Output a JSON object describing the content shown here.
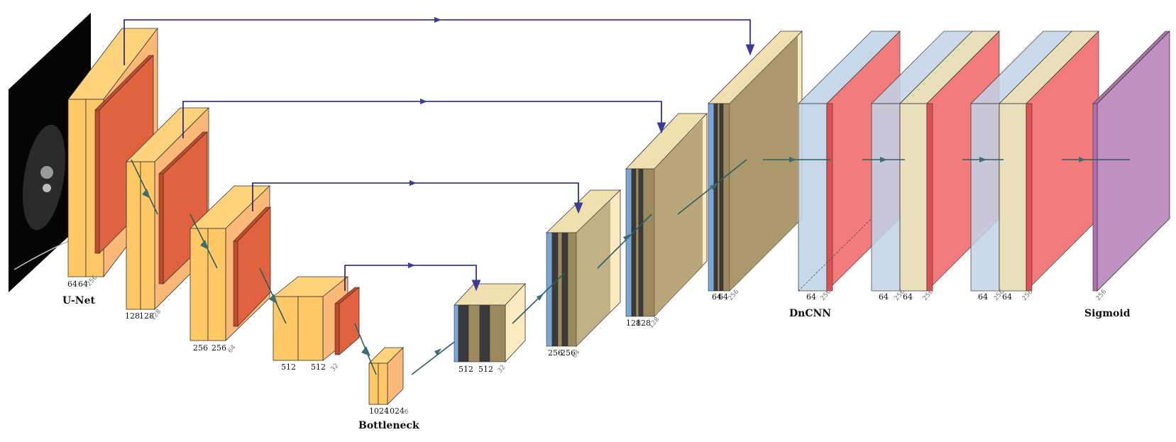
{
  "input": {
    "name": "ct-scan-input"
  },
  "labels": {
    "unet": "U-Net",
    "bottleneck": "Bottleneck",
    "dncnn": "DnCNN",
    "sigmoid": "Sigmoid"
  },
  "enc1": {
    "a": "64",
    "b": "64",
    "d": "256"
  },
  "enc2": {
    "a": "128",
    "b": "128",
    "d": "128"
  },
  "enc3": {
    "a": "256",
    "b": "256",
    "d": "64"
  },
  "enc4": {
    "a": "512",
    "b": "512",
    "d": "32"
  },
  "bott": {
    "a": "1024",
    "b": "1024",
    "d": "16"
  },
  "dec4": {
    "a": "512",
    "b": "512",
    "d": "32"
  },
  "dec3": {
    "a": "256",
    "b": "256",
    "d": "64"
  },
  "dec2": {
    "a": "128",
    "b": "128",
    "d": "128"
  },
  "dec1": {
    "a": "64",
    "b": "64",
    "d": "256"
  },
  "dn1": {
    "a": "64",
    "d": "256"
  },
  "dn2": {
    "a": "64",
    "d": "256",
    "b": "64",
    "d2": "256"
  },
  "dn3": {
    "a": "64",
    "d": "256",
    "b": "64",
    "d2": "256"
  },
  "sig": {
    "d": "256"
  },
  "colors": {
    "encoder": "#ffc866",
    "encoder_side": "#fbb978",
    "pool": "#e0623f",
    "decoder": "#9c8a5e",
    "concat_blue": "#7aa6d6",
    "dark_bar": "#3a3a3a",
    "dncnn_blue": "#c2d4e8",
    "dncnn_red": "#f06464",
    "dncnn_tan": "#e8dcb4",
    "sigmoid": "#c090c0",
    "skip_arrow": "#1a1a7a",
    "flow_arrow": "#2e5e5e"
  }
}
